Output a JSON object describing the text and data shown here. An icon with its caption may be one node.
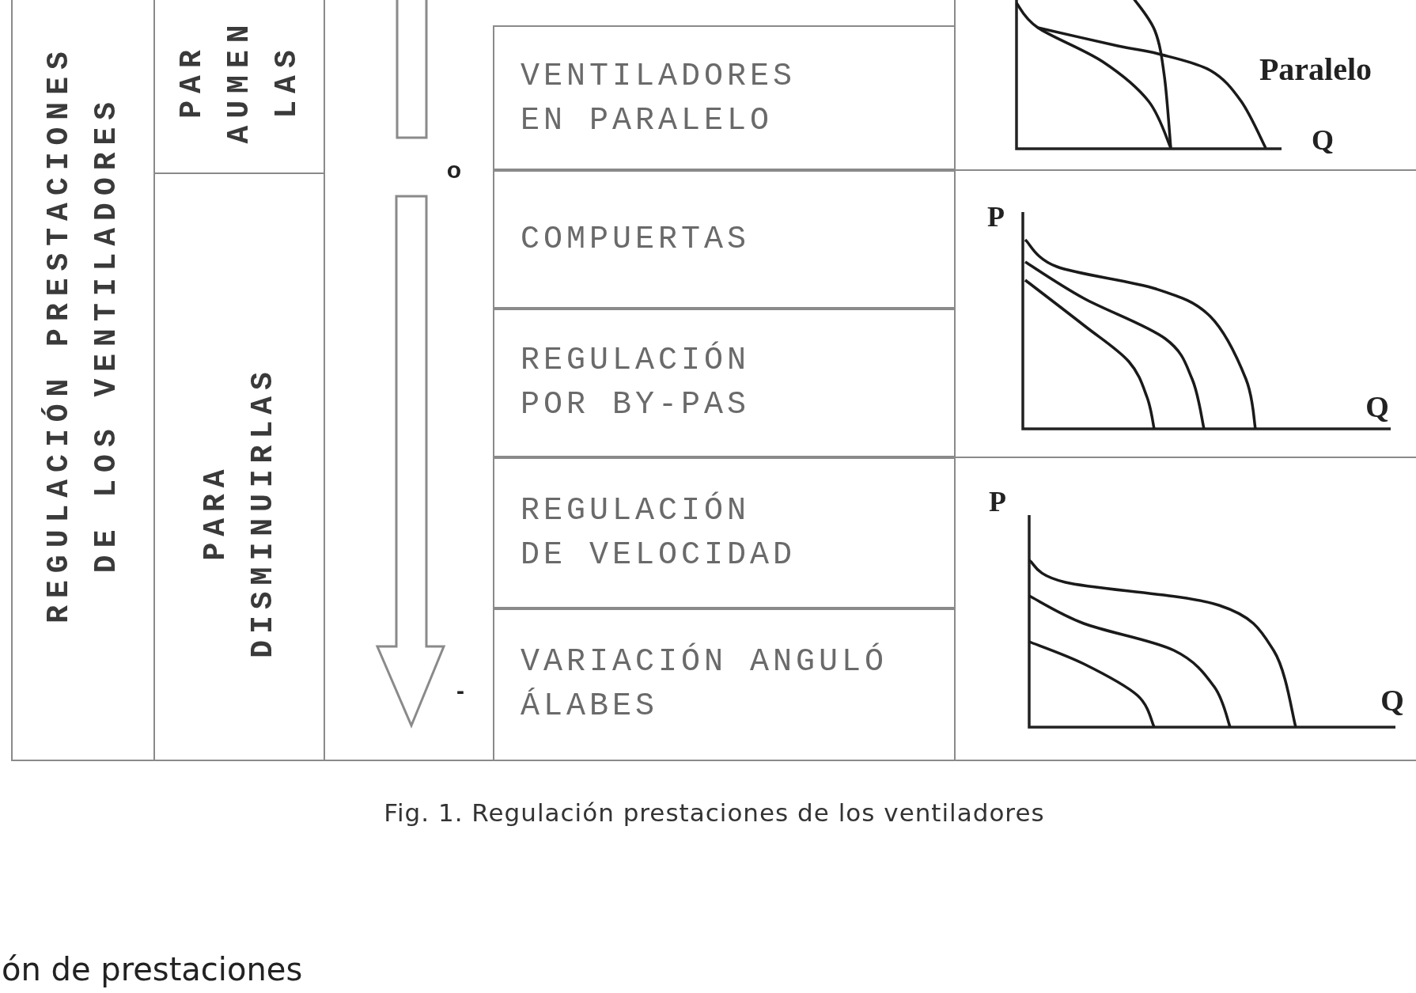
{
  "diagram": {
    "caption": "Fig. 1. Regulación prestaciones de los ventiladores",
    "nodes": [
      {
        "text": [
          "REGULACIÓN PRESTACIONES DE LOS VENTILADORES"
        ]
      },
      {
        "text": [
          "PAR AUMEN LAS"
        ]
      },
      {
        "text": [
          "PARA DISMINUIRLAS"
        ]
      },
      {
        "text": [
          "VENTILADORES EN PARALELO"
        ]
      },
      {
        "text": [
          "COMPUERTAS"
        ]
      },
      {
        "text": [
          "REGULACIÓN POR BY-PAS"
        ]
      },
      {
        "text": [
          "REGULACIÓN DE VELOCIDAD"
        ]
      },
      {
        "text": [
          "VARIACIÓN ANGULÓ ÁLABES"
        ]
      }
    ],
    "labels": [
      "Paralelo",
      "Q",
      "o",
      "P",
      "Q",
      "P",
      "-",
      "Q",
      "ón de prestaciones"
    ]
  }
}
